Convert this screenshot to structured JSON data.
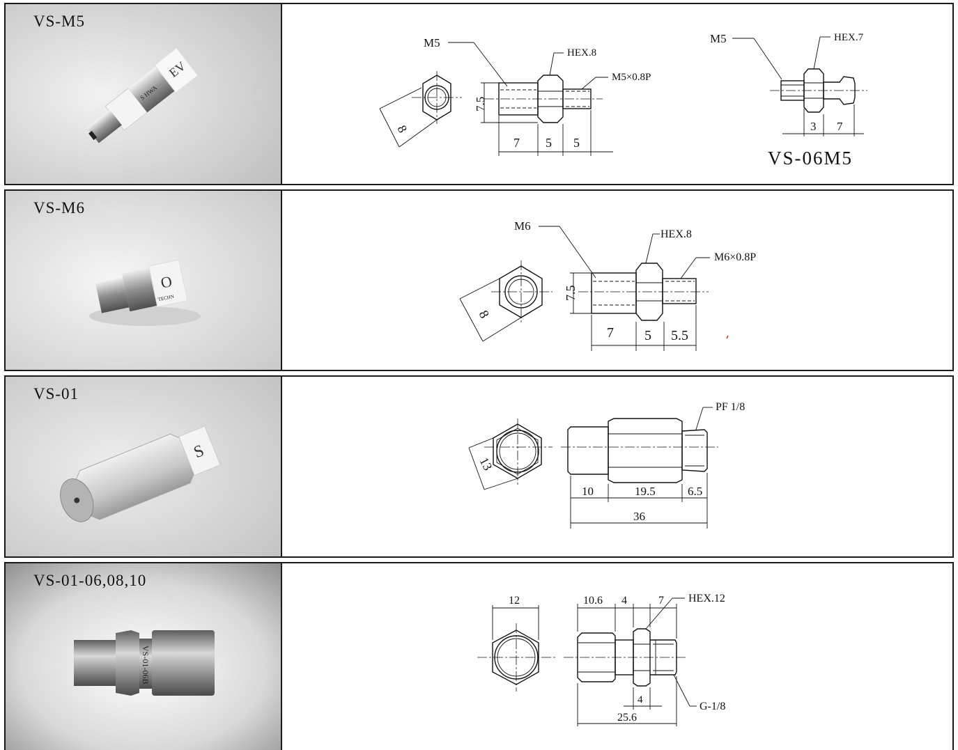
{
  "rows": [
    {
      "model": "VS-M5",
      "labels": {
        "thread_main": "M5",
        "hex": "HEX.8",
        "thread_spec": "M5×0.8P",
        "across_flats": "8",
        "height": "7.5",
        "dim_a": "7",
        "dim_b": "5",
        "dim_c": "5"
      },
      "variant": {
        "title": "VS-06M5",
        "thread": "M5",
        "hex": "HEX.7",
        "dim_a": "3",
        "dim_b": "7"
      },
      "photo_text": {
        "brand": "EV",
        "sub": "S HWA"
      }
    },
    {
      "model": "VS-M6",
      "labels": {
        "thread_main": "M6",
        "hex": "HEX.8",
        "thread_spec": "M6×0.8P",
        "across_flats": "8",
        "height": "7.5",
        "dim_a": "7",
        "dim_b": "5",
        "dim_c": "5.5"
      },
      "photo_text": {
        "brand": "O",
        "sub": "TECHN"
      }
    },
    {
      "model": "VS-01",
      "labels": {
        "thread_spec": "PF  1/8",
        "across_flats": "13",
        "dim_a": "10",
        "dim_b": "19.5",
        "dim_c": "6.5",
        "total": "36"
      },
      "photo_text": {
        "brand": "S"
      }
    },
    {
      "model": "VS-01-06,08,10",
      "labels": {
        "width": "12",
        "dim_a": "10.6",
        "dim_b": "4",
        "dim_c": "7",
        "hex": "HEX.12",
        "thread_spec": "G-1/8",
        "dim_d": "4",
        "total": "25.6"
      },
      "photo_text": {
        "stamp": "VS-01-06B"
      }
    }
  ]
}
